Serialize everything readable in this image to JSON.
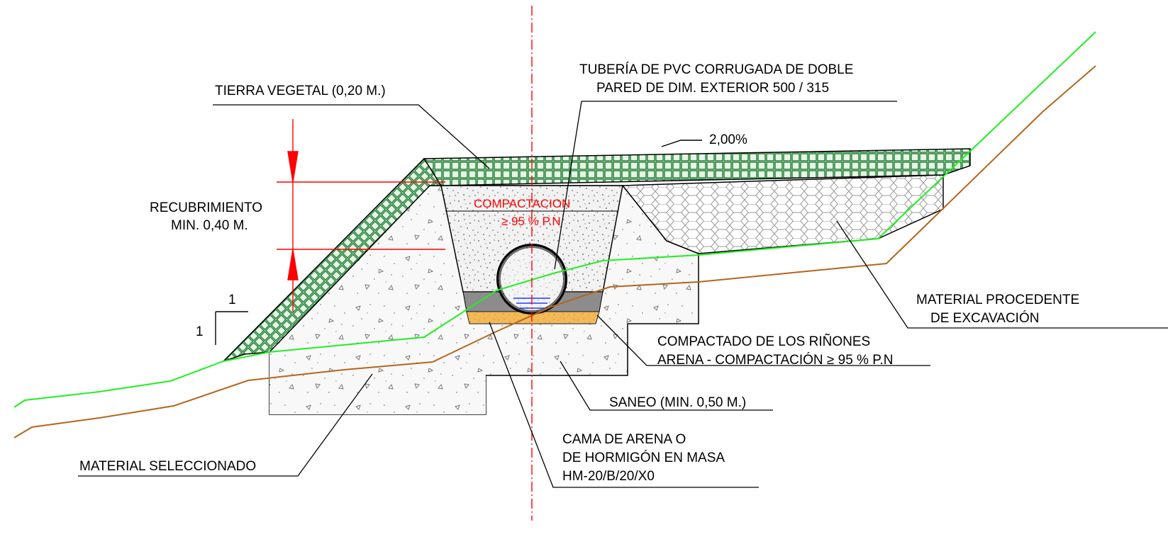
{
  "labels": {
    "tierra_vegetal": "TIERRA VEGETAL (0,20 M.)",
    "tuberia_line1": "TUBERÍA DE PVC CORRUGADA DE DOBLE",
    "tuberia_line2": "PARED DE DIM. EXTERIOR 500 / 315",
    "slope_percent": "2,00%",
    "recubrimiento_line1": "RECUBRIMIENTO",
    "recubrimiento_line2": "MIN. 0,40 M.",
    "compactacion_line1": "COMPACTACION",
    "compactacion_line2": "≥ 95 % P.N",
    "slope_ratio_vertical": "1",
    "slope_ratio_horizontal": "1",
    "material_procedente_line1": "MATERIAL PROCEDENTE",
    "material_procedente_line2": "DE EXCAVACIÓN",
    "compactado_line1": "COMPACTADO DE LOS RIÑONES",
    "compactado_line2": "ARENA - COMPACTACIÓN ≥ 95 % P.N",
    "saneo": "SANEO (MIN. 0,50 M.)",
    "cama_line1": "CAMA DE ARENA O",
    "cama_line2": "DE HORMIGÓN EN MASA",
    "cama_line3": "HM-20/B/20/X0",
    "material_seleccionado": "MATERIAL SELECCIONADO"
  },
  "colors": {
    "terrain_line": "#22ee22",
    "original_ground_line": "#b5651d",
    "axis": "#ff0000",
    "dimension": "#ff0000",
    "topsoil_hatch": "#1b7a30",
    "topsoil_fill": "#d6f0d8",
    "excavated_hatch": "#a9a9a9",
    "sand": "#f5a623",
    "concrete_band": "#8c8c8c",
    "water": "#1e3cff"
  }
}
